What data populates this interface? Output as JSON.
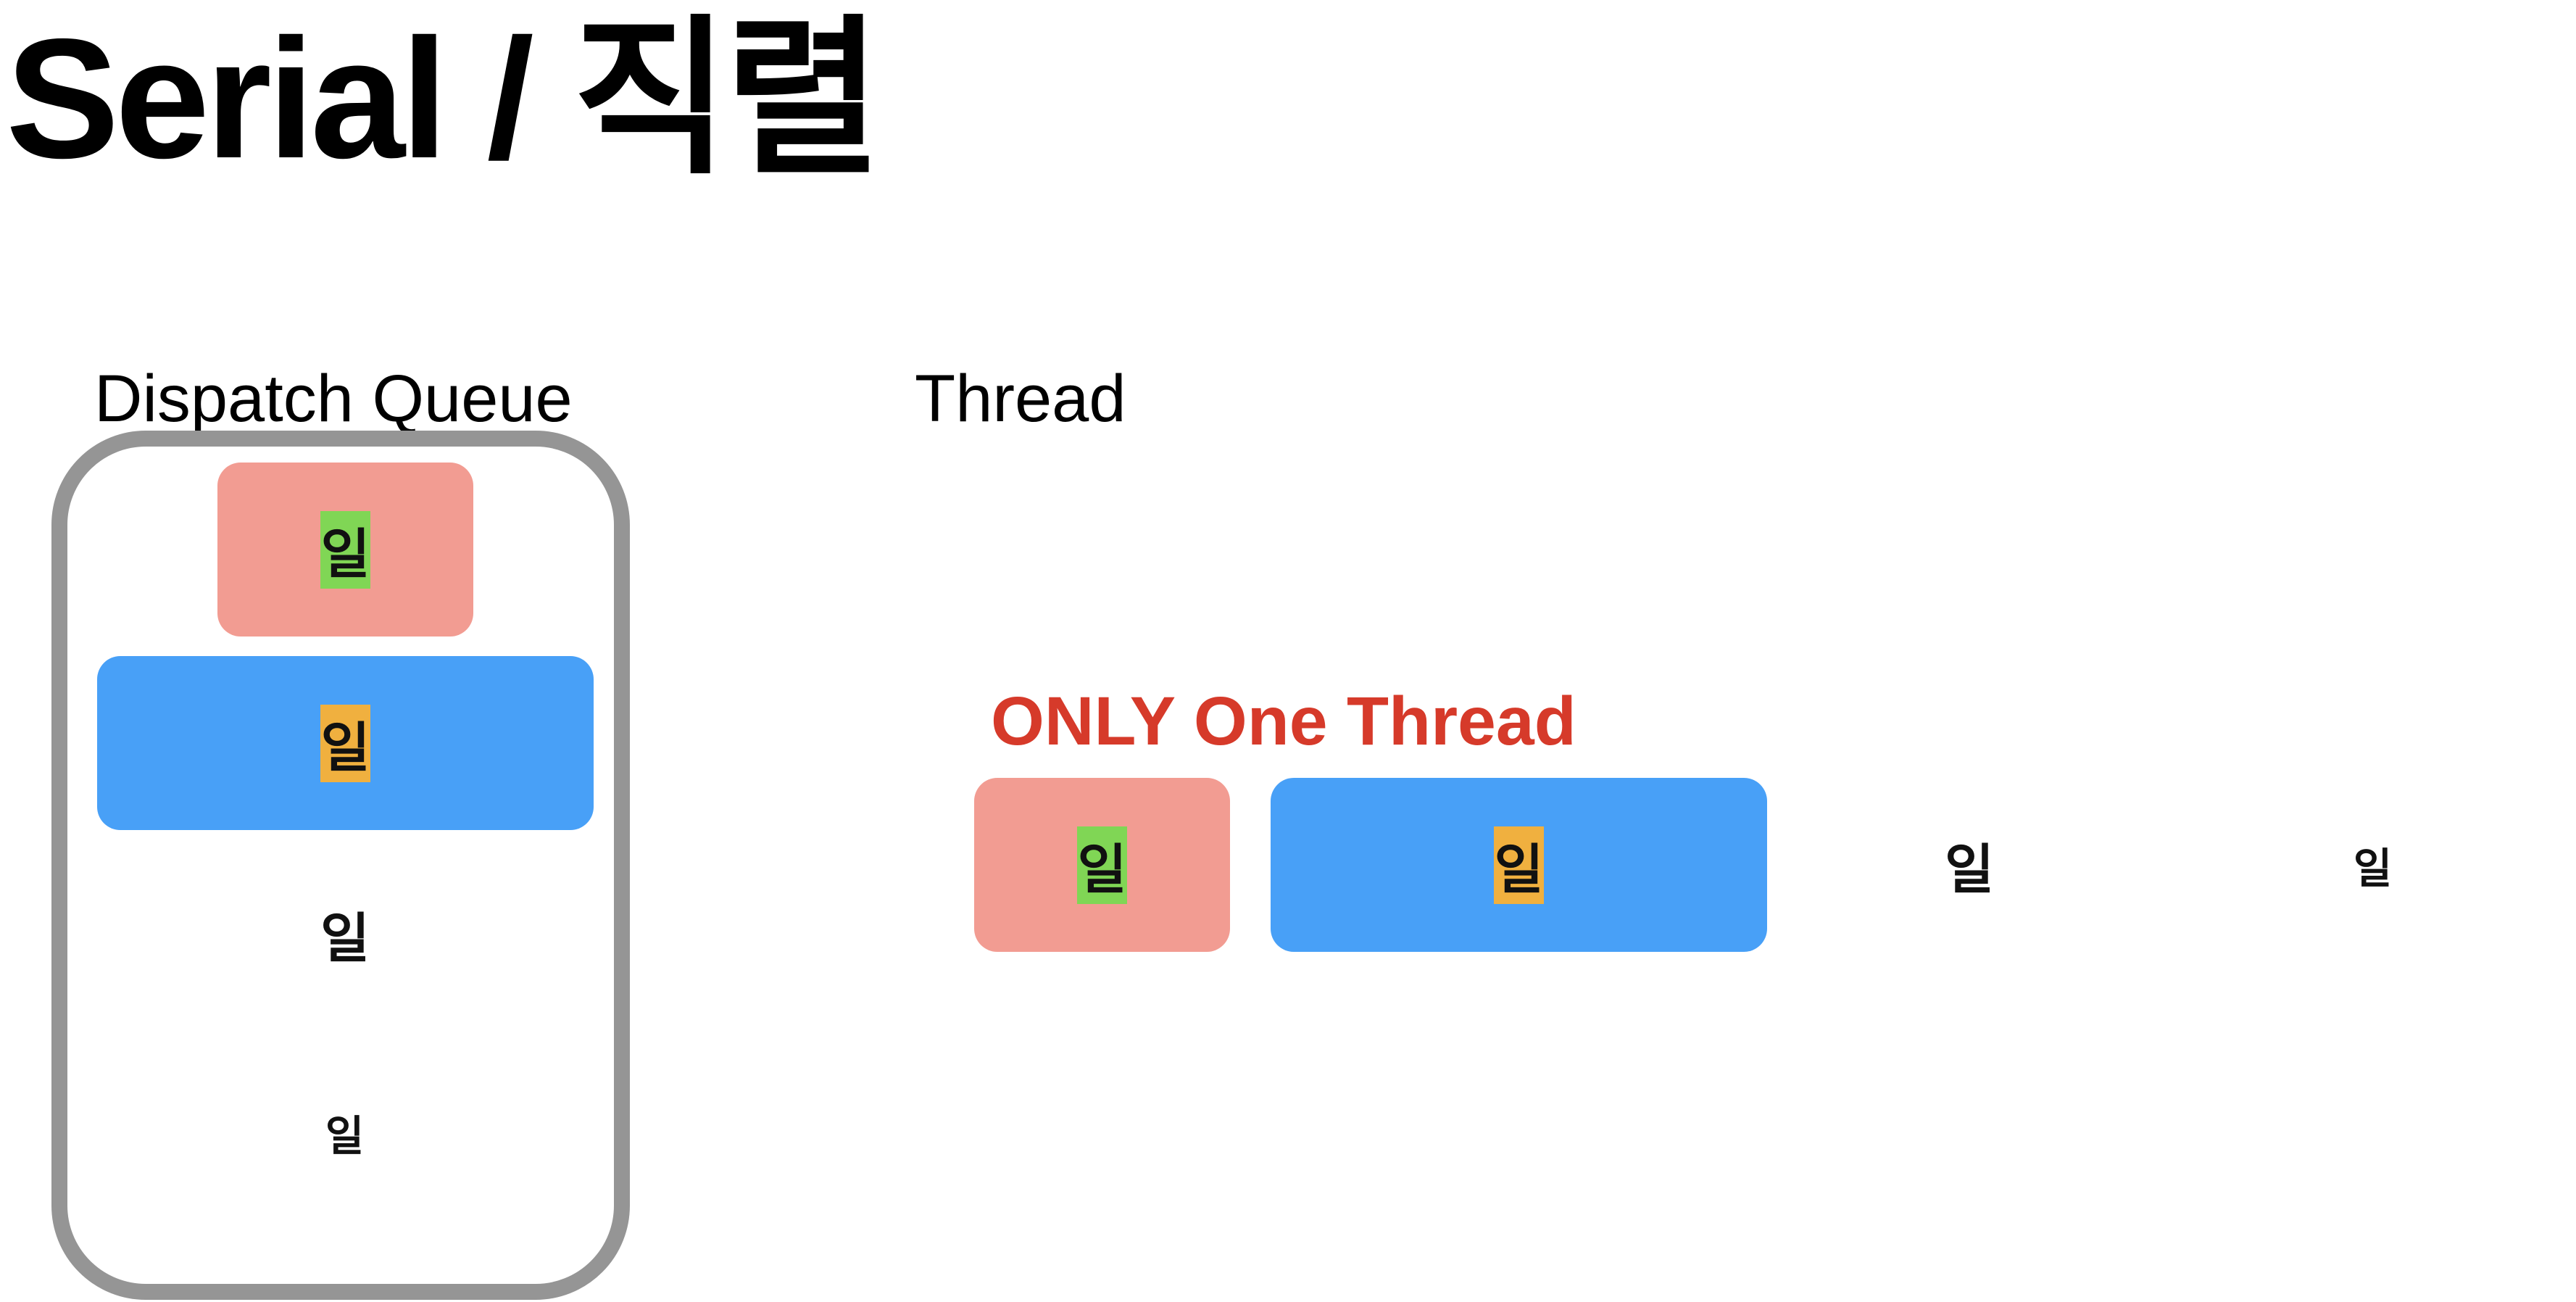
{
  "title": "Serial / 직렬",
  "queue": {
    "label": "Dispatch Queue",
    "tasks": [
      {
        "label": "일",
        "color": "#f29c92"
      },
      {
        "label": "일",
        "color": "#80d655"
      },
      {
        "label": "일",
        "color": "#48a0f7"
      },
      {
        "label": "일",
        "color": "#f0b03f"
      }
    ]
  },
  "thread": {
    "label": "Thread",
    "caption": "ONLY One Thread",
    "caption_color": "#d63a2a",
    "tasks": [
      {
        "label": "일",
        "color": "#f29c92"
      },
      {
        "label": "일",
        "color": "#80d655"
      },
      {
        "label": "일",
        "color": "#48a0f7"
      },
      {
        "label": "일",
        "color": "#f0b03f"
      }
    ]
  }
}
